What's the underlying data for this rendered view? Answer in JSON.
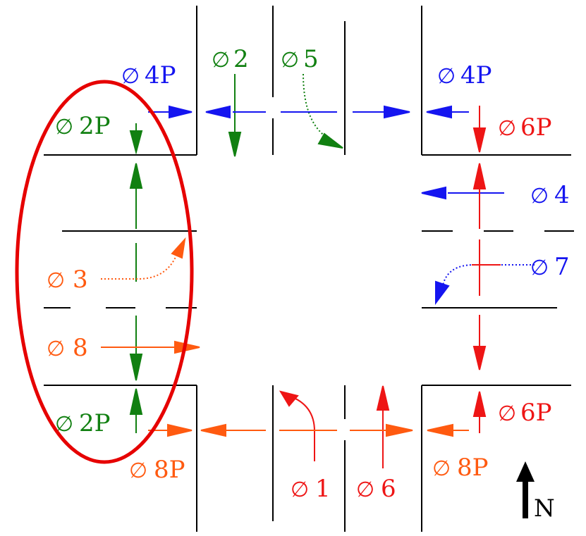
{
  "colors": {
    "green": "#118011",
    "blue": "#1515f0",
    "red": "#ee1515",
    "orange": "#ff5a10",
    "black": "#000000",
    "highlight": "#e60000"
  },
  "phase_symbol": "∅",
  "phases": {
    "p2": {
      "num": "2",
      "color": "green"
    },
    "p5": {
      "num": "5",
      "color": "green"
    },
    "p4p_nw": {
      "num": "4P",
      "color": "blue"
    },
    "p4p_ne": {
      "num": "4P",
      "color": "blue"
    },
    "p2p_nw": {
      "num": "2P",
      "color": "green"
    },
    "p6p_ne": {
      "num": "6P",
      "color": "red"
    },
    "p4": {
      "num": "4",
      "color": "blue"
    },
    "p7": {
      "num": "7",
      "color": "blue"
    },
    "p3": {
      "num": "3",
      "color": "orange"
    },
    "p8": {
      "num": "8",
      "color": "orange"
    },
    "p2p_sw": {
      "num": "2P",
      "color": "green"
    },
    "p8p_sw": {
      "num": "8P",
      "color": "orange"
    },
    "p1": {
      "num": "1",
      "color": "red"
    },
    "p6": {
      "num": "6",
      "color": "red"
    },
    "p6p_se": {
      "num": "6P",
      "color": "red"
    },
    "p8p_se": {
      "num": "8P",
      "color": "orange"
    }
  },
  "north_label": "N",
  "highlight": "West approach circled"
}
